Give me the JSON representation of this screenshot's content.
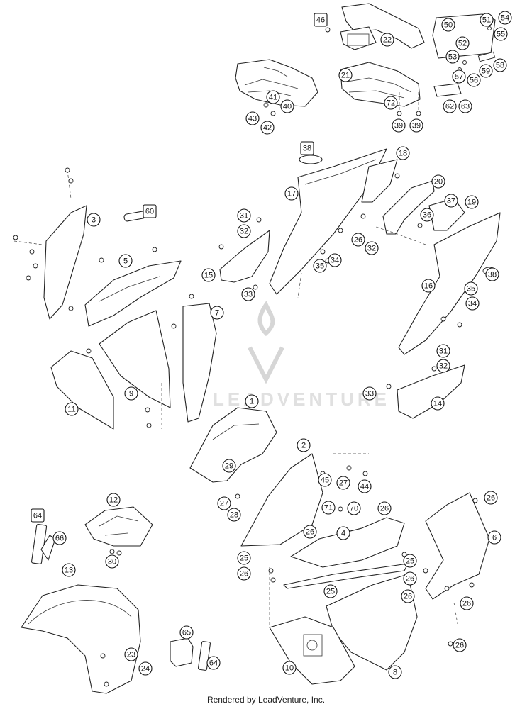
{
  "footer": {
    "text": "Rendered by LeadVenture, Inc."
  },
  "watermark": {
    "text": "LEADVENTURE"
  },
  "callouts": [
    {
      "id": "c1",
      "label": "1",
      "shape": "circle"
    },
    {
      "id": "c2",
      "label": "2",
      "shape": "circle"
    },
    {
      "id": "c3",
      "label": "3",
      "shape": "circle"
    },
    {
      "id": "c4",
      "label": "4",
      "shape": "circle"
    },
    {
      "id": "c5",
      "label": "5",
      "shape": "circle"
    },
    {
      "id": "c6",
      "label": "6",
      "shape": "circle"
    },
    {
      "id": "c7",
      "label": "7",
      "shape": "circle"
    },
    {
      "id": "c8",
      "label": "8",
      "shape": "circle"
    },
    {
      "id": "c9",
      "label": "9",
      "shape": "circle"
    },
    {
      "id": "c10",
      "label": "10",
      "shape": "circle"
    },
    {
      "id": "c11",
      "label": "11",
      "shape": "circle"
    },
    {
      "id": "c12",
      "label": "12",
      "shape": "circle"
    },
    {
      "id": "c13",
      "label": "13",
      "shape": "circle"
    },
    {
      "id": "c14",
      "label": "14",
      "shape": "circle"
    },
    {
      "id": "c15",
      "label": "15",
      "shape": "circle"
    },
    {
      "id": "c16",
      "label": "16",
      "shape": "circle"
    },
    {
      "id": "c17",
      "label": "17",
      "shape": "circle"
    },
    {
      "id": "c18",
      "label": "18",
      "shape": "circle"
    },
    {
      "id": "c19",
      "label": "19",
      "shape": "circle"
    },
    {
      "id": "c20",
      "label": "20",
      "shape": "circle"
    },
    {
      "id": "c21",
      "label": "21",
      "shape": "circle"
    },
    {
      "id": "c22",
      "label": "22",
      "shape": "circle"
    },
    {
      "id": "c23",
      "label": "23",
      "shape": "circle"
    },
    {
      "id": "c24",
      "label": "24",
      "shape": "circle"
    },
    {
      "id": "c25a",
      "label": "25",
      "shape": "circle"
    },
    {
      "id": "c25b",
      "label": "25",
      "shape": "circle"
    },
    {
      "id": "c25c",
      "label": "25",
      "shape": "circle"
    },
    {
      "id": "c26a",
      "label": "26",
      "shape": "circle"
    },
    {
      "id": "c26b",
      "label": "26",
      "shape": "circle"
    },
    {
      "id": "c26c",
      "label": "26",
      "shape": "circle"
    },
    {
      "id": "c26d",
      "label": "26",
      "shape": "circle"
    },
    {
      "id": "c26e",
      "label": "26",
      "shape": "circle"
    },
    {
      "id": "c26f",
      "label": "26",
      "shape": "circle"
    },
    {
      "id": "c26g",
      "label": "26",
      "shape": "circle"
    },
    {
      "id": "c26h",
      "label": "26",
      "shape": "circle"
    },
    {
      "id": "c26i",
      "label": "26",
      "shape": "circle"
    },
    {
      "id": "c27a",
      "label": "27",
      "shape": "circle"
    },
    {
      "id": "c27b",
      "label": "27",
      "shape": "circle"
    },
    {
      "id": "c28",
      "label": "28",
      "shape": "circle"
    },
    {
      "id": "c29",
      "label": "29",
      "shape": "circle"
    },
    {
      "id": "c30",
      "label": "30",
      "shape": "circle"
    },
    {
      "id": "c31a",
      "label": "31",
      "shape": "circle"
    },
    {
      "id": "c31b",
      "label": "31",
      "shape": "circle"
    },
    {
      "id": "c32a",
      "label": "32",
      "shape": "circle"
    },
    {
      "id": "c32b",
      "label": "32",
      "shape": "circle"
    },
    {
      "id": "c32c",
      "label": "32",
      "shape": "circle"
    },
    {
      "id": "c33a",
      "label": "33",
      "shape": "circle"
    },
    {
      "id": "c33b",
      "label": "33",
      "shape": "circle"
    },
    {
      "id": "c34a",
      "label": "34",
      "shape": "circle"
    },
    {
      "id": "c34b",
      "label": "34",
      "shape": "circle"
    },
    {
      "id": "c35a",
      "label": "35",
      "shape": "circle"
    },
    {
      "id": "c35b",
      "label": "35",
      "shape": "circle"
    },
    {
      "id": "c36",
      "label": "36",
      "shape": "circle"
    },
    {
      "id": "c37",
      "label": "37",
      "shape": "circle"
    },
    {
      "id": "c38a",
      "label": "38",
      "shape": "box"
    },
    {
      "id": "c38b",
      "label": "38",
      "shape": "circle"
    },
    {
      "id": "c39a",
      "label": "39",
      "shape": "circle"
    },
    {
      "id": "c39b",
      "label": "39",
      "shape": "circle"
    },
    {
      "id": "c40",
      "label": "40",
      "shape": "circle"
    },
    {
      "id": "c41",
      "label": "41",
      "shape": "circle"
    },
    {
      "id": "c42",
      "label": "42",
      "shape": "circle"
    },
    {
      "id": "c43",
      "label": "43",
      "shape": "circle"
    },
    {
      "id": "c44",
      "label": "44",
      "shape": "circle"
    },
    {
      "id": "c45",
      "label": "45",
      "shape": "circle"
    },
    {
      "id": "c46",
      "label": "46",
      "shape": "box"
    },
    {
      "id": "c50",
      "label": "50",
      "shape": "circle"
    },
    {
      "id": "c51",
      "label": "51",
      "shape": "circle"
    },
    {
      "id": "c52",
      "label": "52",
      "shape": "circle"
    },
    {
      "id": "c53",
      "label": "53",
      "shape": "circle"
    },
    {
      "id": "c54",
      "label": "54",
      "shape": "circle"
    },
    {
      "id": "c55",
      "label": "55",
      "shape": "circle"
    },
    {
      "id": "c56",
      "label": "56",
      "shape": "circle"
    },
    {
      "id": "c57",
      "label": "57",
      "shape": "circle"
    },
    {
      "id": "c58",
      "label": "58",
      "shape": "circle"
    },
    {
      "id": "c59",
      "label": "59",
      "shape": "circle"
    },
    {
      "id": "c60",
      "label": "60",
      "shape": "box"
    },
    {
      "id": "c62",
      "label": "62",
      "shape": "circle"
    },
    {
      "id": "c63",
      "label": "63",
      "shape": "circle"
    },
    {
      "id": "c64a",
      "label": "64",
      "shape": "box"
    },
    {
      "id": "c64b",
      "label": "64",
      "shape": "circle"
    },
    {
      "id": "c65",
      "label": "65",
      "shape": "circle"
    },
    {
      "id": "c66",
      "label": "66",
      "shape": "circle"
    },
    {
      "id": "c70",
      "label": "70",
      "shape": "circle"
    },
    {
      "id": "c71",
      "label": "71",
      "shape": "circle"
    },
    {
      "id": "c72",
      "label": "72",
      "shape": "circle"
    }
  ]
}
